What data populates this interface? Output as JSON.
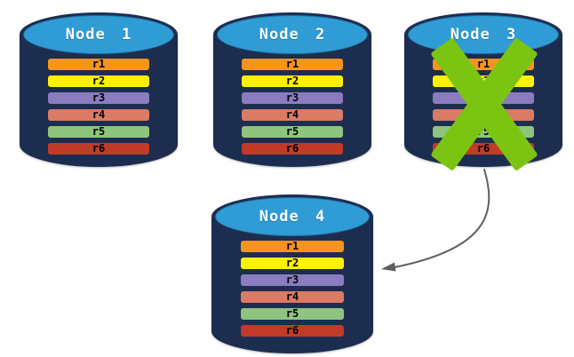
{
  "nodes": [
    {
      "label": "Node 1",
      "failed": false
    },
    {
      "label": "Node 2",
      "failed": false
    },
    {
      "label": "Node 3",
      "failed": true
    },
    {
      "label": "Node 4",
      "failed": false
    }
  ],
  "rows": [
    {
      "label": "r1",
      "color": "#F7941E"
    },
    {
      "label": "r2",
      "color": "#FFF200"
    },
    {
      "label": "r3",
      "color": "#8A7CBF"
    },
    {
      "label": "r4",
      "color": "#DB7B66"
    },
    {
      "label": "r5",
      "color": "#8FC47E"
    },
    {
      "label": "r6",
      "color": "#C23A28"
    }
  ],
  "colors": {
    "cylinder_body": "#1D2D50",
    "cylinder_top": "#2F9CD6",
    "failure_x": "#7CC412",
    "arrow": "#5E5E5E"
  },
  "icons": {
    "failure": "x-mark-icon",
    "transfer": "curved-arrow-icon"
  }
}
